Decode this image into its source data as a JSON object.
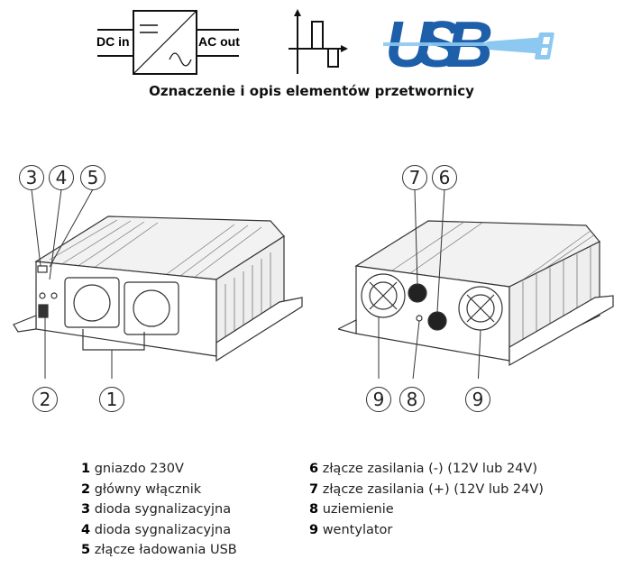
{
  "header": {
    "converter_symbol": {
      "input_label": "DC in",
      "output_label": "AC out"
    },
    "usb_logo_text": "USB",
    "title": "Oznaczenie i opis elementów przetwornicy",
    "colors": {
      "usb_dark": "#1d5fa8",
      "usb_light": "#8cc8ef"
    }
  },
  "diagram": {
    "front_callouts": [
      "3",
      "4",
      "5",
      "2",
      "1"
    ],
    "rear_callouts": [
      "7",
      "6",
      "9",
      "8",
      "9"
    ]
  },
  "legend": {
    "left": [
      {
        "num": "1",
        "text": "gniazdo 230V"
      },
      {
        "num": "2",
        "text": "główny włącznik"
      },
      {
        "num": "3",
        "text": "dioda sygnalizacyjna"
      },
      {
        "num": "4",
        "text": "dioda sygnalizacyjna"
      },
      {
        "num": "5",
        "text": "złącze ładowania USB"
      }
    ],
    "right": [
      {
        "num": "6",
        "text": "złącze zasilania (-) (12V lub 24V)"
      },
      {
        "num": "7",
        "text": "złącze zasilania (+) (12V lub 24V)"
      },
      {
        "num": "8",
        "text": "uziemienie"
      },
      {
        "num": "9",
        "text": "wentylator"
      }
    ]
  }
}
